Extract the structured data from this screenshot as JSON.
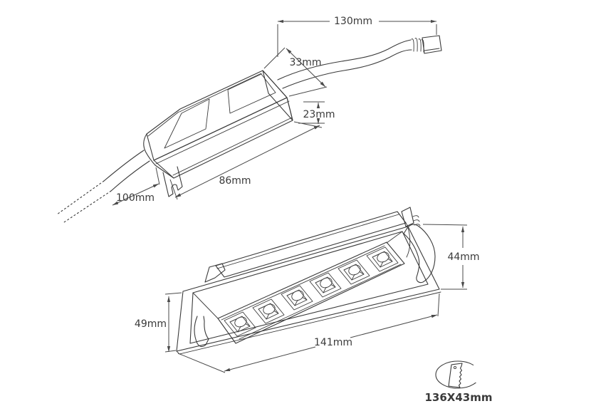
{
  "drawing": {
    "line_color": "#3a3a3a",
    "dim_color": "#4a4a4a",
    "driver": {
      "dims": {
        "output_cable": "130mm",
        "end_width": "33mm",
        "end_height": "23mm",
        "body_length": "86mm",
        "input_cable": "100mm"
      }
    },
    "fixture": {
      "dims": {
        "recess_depth": "44mm",
        "body_height": "49mm",
        "body_length": "141mm"
      }
    },
    "cutout": {
      "label": "136X43mm"
    }
  }
}
